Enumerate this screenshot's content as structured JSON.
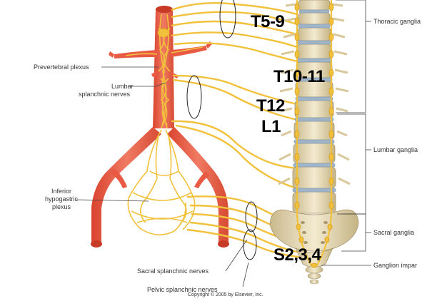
{
  "labels": {
    "prevertebral_plexus": "Prevertebral plexus",
    "lumbar_splanchnic_1": "Lumbar",
    "lumbar_splanchnic_2": "splanchnic nerves",
    "inferior_hypogastric_1": "Inferior",
    "inferior_hypogastric_2": "hypogastric",
    "inferior_hypogastric_3": "plexus",
    "sacral_splanchnic": "Sacral splanchnic nerves",
    "pelvic_splanchnic": "Pelvic splanchnic nerves",
    "copyright": "Copyright © 2005 by Elsevier, Inc.",
    "thoracic_ganglia": "Thoracic ganglia",
    "lumbar_ganglia": "Lumbar ganglia",
    "sacral_ganglia": "Sacral ganglia",
    "ganglion_impar": "Ganglion impar"
  },
  "levels": {
    "t5_9": "T5-9",
    "t10_11": "T10-11",
    "t12": "T12",
    "l1": "L1",
    "s234": "S2,3,4"
  },
  "colors": {
    "artery": "#e85a44",
    "nerve": "#f2c13b",
    "bone": "#e9dcb6",
    "disc": "#9fb4c8"
  }
}
